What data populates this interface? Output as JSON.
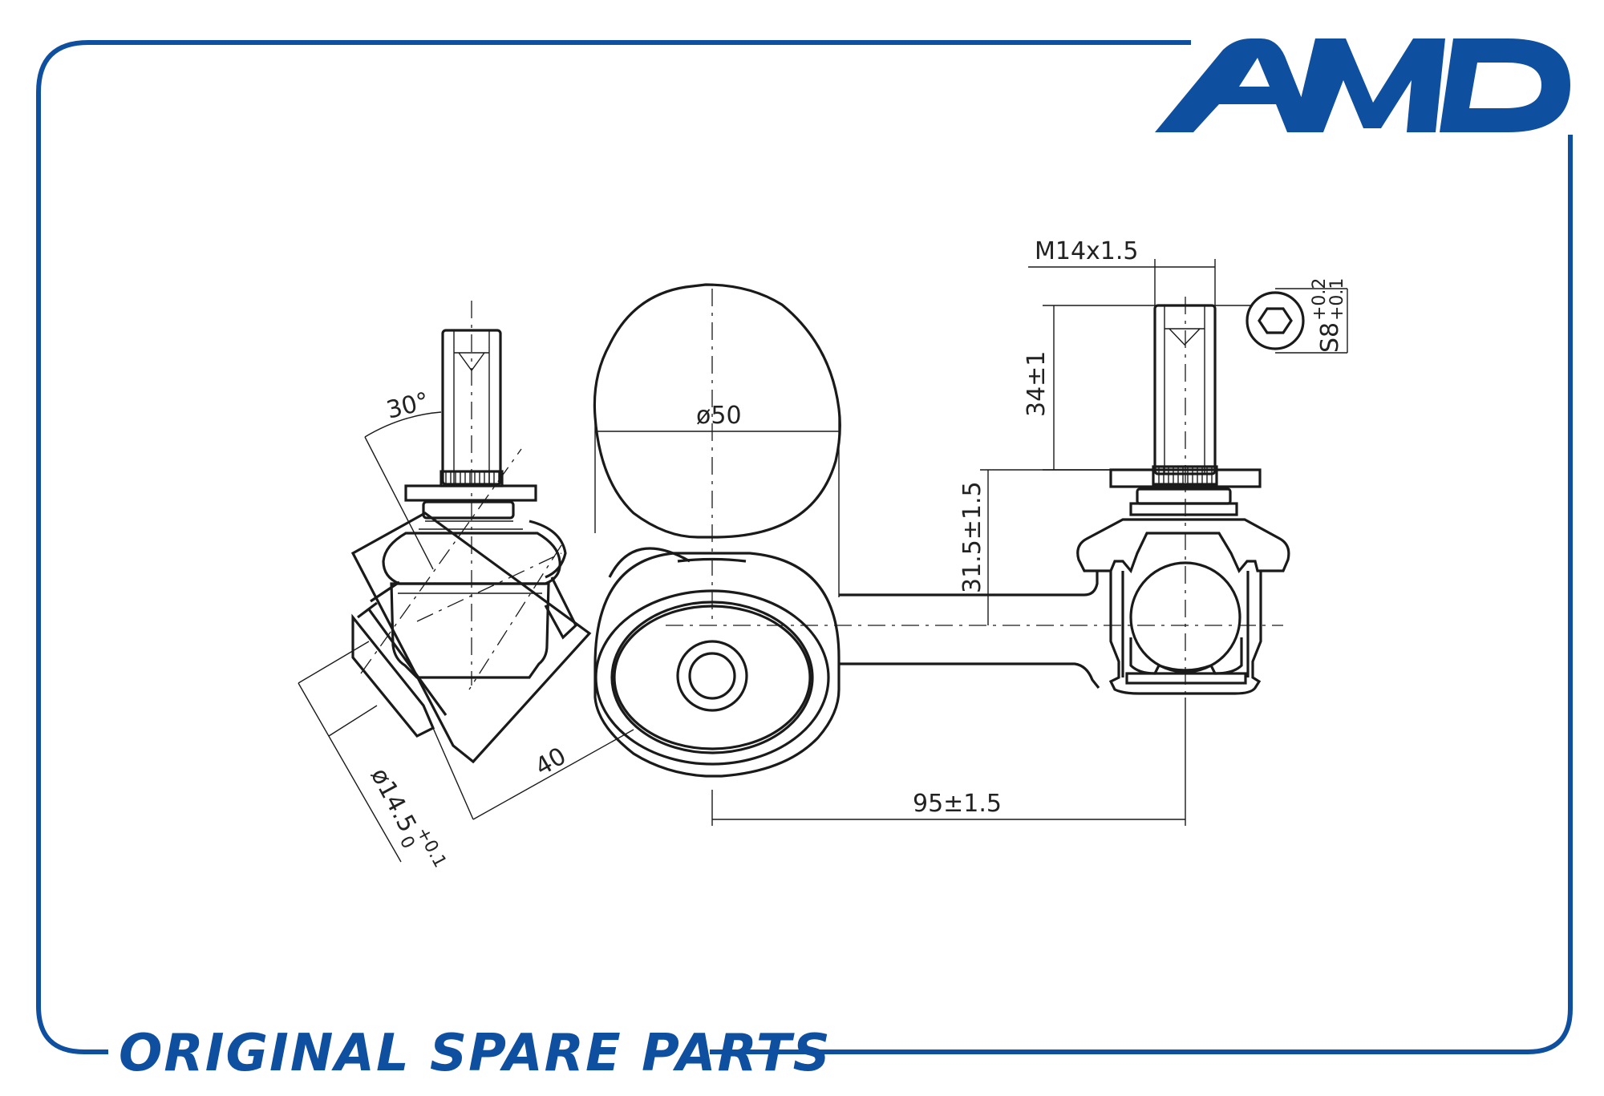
{
  "brand": {
    "logo": "AMD",
    "tagline": "ORIGINAL SPARE PARTS",
    "color": "#0e4fa0"
  },
  "drawing": {
    "angle_label": "30°",
    "bushing_diameter_label": "ø50",
    "thread_label": "M14x1.5",
    "hex_socket_label": "S8",
    "hex_tol_upper": "+0.2",
    "hex_tol_lower": "+0.1",
    "stud_length_label": "34±1",
    "height_label": "31.5±1.5",
    "offset_label": "95±1.5",
    "joint_length_label": "40",
    "taper_diameter_label": "ø14.5",
    "taper_tol_upper": "+0.1",
    "taper_tol_lower": "0"
  }
}
